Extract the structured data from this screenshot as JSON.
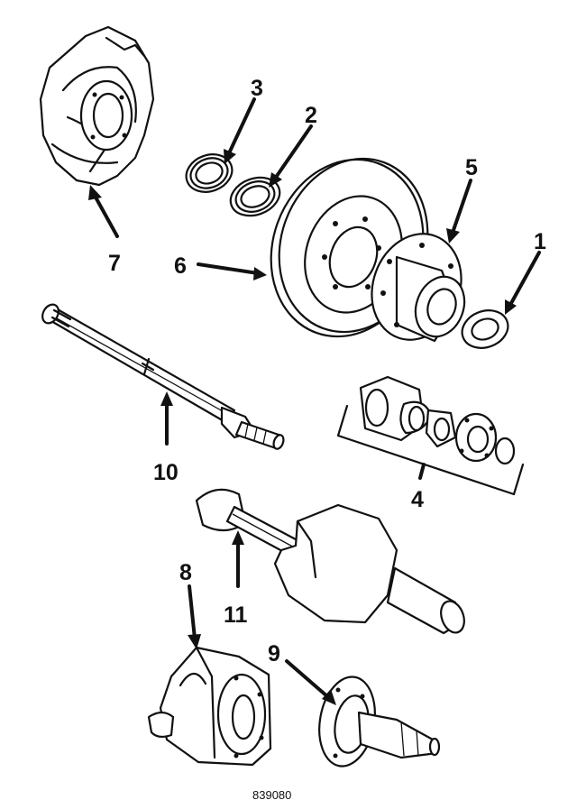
{
  "parts": [
    {
      "id": "part-1",
      "callout": "1",
      "icon": "bearing-seal-icon"
    },
    {
      "id": "part-2",
      "callout": "2",
      "icon": "bearing-icon"
    },
    {
      "id": "part-3",
      "callout": "3",
      "icon": "bearing-icon"
    },
    {
      "id": "part-4",
      "callout": "4",
      "icon": "hub-kit-icon"
    },
    {
      "id": "part-5",
      "callout": "5",
      "icon": "hub-icon"
    },
    {
      "id": "part-6",
      "callout": "6",
      "icon": "brake-rotor-icon"
    },
    {
      "id": "part-7",
      "callout": "7",
      "icon": "dust-shield-icon"
    },
    {
      "id": "part-8",
      "callout": "8",
      "icon": "steering-knuckle-icon"
    },
    {
      "id": "part-9",
      "callout": "9",
      "icon": "spindle-icon"
    },
    {
      "id": "part-10",
      "callout": "10",
      "icon": "axle-shaft-icon"
    },
    {
      "id": "part-11",
      "callout": "11",
      "icon": "cv-joint-shaft-icon"
    }
  ],
  "figure_code": "839080",
  "colors": {
    "ink": "#111111",
    "paper": "#ffffff"
  }
}
